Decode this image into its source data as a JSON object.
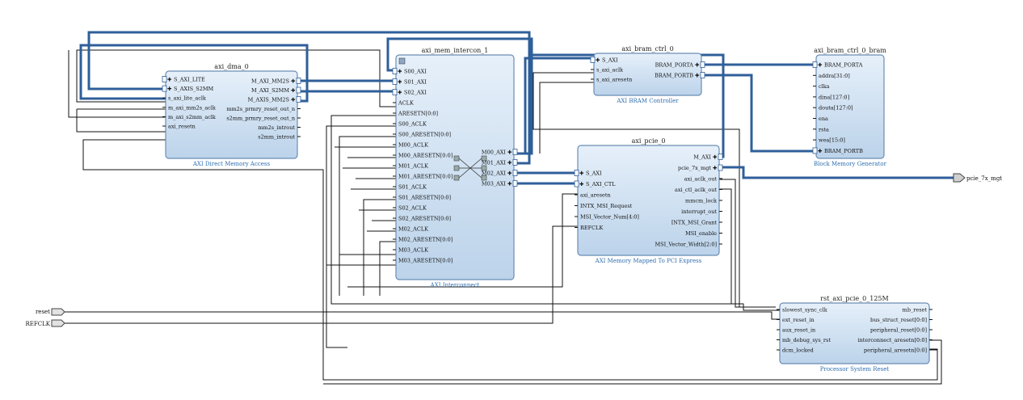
{
  "blocks": {
    "dma": {
      "name": "axi_dma_0",
      "sub": "AXI Direct Memory Access",
      "left": [
        "S_AXI_LITE",
        "S_AXIS_S2MM",
        "s_axi_lite_aclk",
        "m_axi_mm2s_aclk",
        "m_axi_s2mm_aclk",
        "axi_resetn"
      ],
      "right": [
        "M_AXI_MM2S",
        "M_AXI_S2MM",
        "M_AXIS_MM2S",
        "mm2s_prmry_reset_out_n",
        "s2mm_prmry_reset_out_n",
        "mm2s_introut",
        "s2mm_introut"
      ]
    },
    "interconnect": {
      "name": "axi_mem_intercon_1",
      "sub": "AXI Interconnect",
      "left": [
        "S00_AXI",
        "S01_AXI",
        "S02_AXI",
        "ACLK",
        "ARESETN[0:0]",
        "S00_ACLK",
        "S00_ARESETN[0:0]",
        "M00_ACLK",
        "M00_ARESETN[0:0]",
        "M01_ACLK",
        "M01_ARESETN[0:0]",
        "S01_ACLK",
        "S01_ARESETN[0:0]",
        "S02_ACLK",
        "S02_ARESETN[0:0]",
        "M02_ACLK",
        "M02_ARESETN[0:0]",
        "M03_ACLK",
        "M03_ARESETN[0:0]"
      ],
      "right": [
        "M00_AXI",
        "M01_AXI",
        "M02_AXI",
        "M03_AXI"
      ]
    },
    "bram_ctrl": {
      "name": "axi_bram_ctrl_0",
      "sub": "AXI BRAM Controller",
      "left": [
        "S_AXI",
        "s_axi_aclk",
        "s_axi_aresetn"
      ],
      "right": [
        "BRAM_PORTA",
        "BRAM_PORTB"
      ]
    },
    "bram": {
      "name": "axi_bram_ctrl_0_bram",
      "sub": "Block Memory Generator",
      "left": [
        "BRAM_PORTA",
        "addra[31:0]",
        "clka",
        "dina[127:0]",
        "douta[127:0]",
        "ena",
        "rsta",
        "wea[15:0]",
        "BRAM_PORTB"
      ]
    },
    "pcie": {
      "name": "axi_pcie_0",
      "sub": "AXI Memory Mapped To PCI Express",
      "left": [
        "S_AXI",
        "S_AXI_CTL",
        "axi_aresetn",
        "INTX_MSI_Request",
        "MSI_Vector_Num[4:0]",
        "REFCLK"
      ],
      "right": [
        "M_AXI",
        "pcie_7x_mgt",
        "axi_aclk_out",
        "axi_ctl_aclk_out",
        "mmcm_lock",
        "interrupt_out",
        "INTX_MSI_Grant",
        "MSI_enable",
        "MSI_Vector_Width[2:0]"
      ]
    },
    "rst": {
      "name": "rst_axi_pcie_0_125M",
      "sub": "Processor System Reset",
      "left": [
        "slowest_sync_clk",
        "ext_reset_in",
        "aux_reset_in",
        "mb_debug_sys_rst",
        "dcm_locked"
      ],
      "right": [
        "mb_reset",
        "bus_struct_reset[0:0]",
        "peripheral_reset[0:0]",
        "interconnect_aresetn[0:0]",
        "peripheral_aresetn[0:0]"
      ]
    }
  },
  "external_ports": {
    "reset": "reset",
    "refclk": "REFCLK",
    "pcie": "pcie_7x_mgt"
  },
  "colors": {
    "block_fill": "#cfe0f1",
    "block_border": "#6a8db5",
    "bus": "#2f5f9a",
    "wire": "#111111",
    "caption": "#2f6fb0"
  }
}
